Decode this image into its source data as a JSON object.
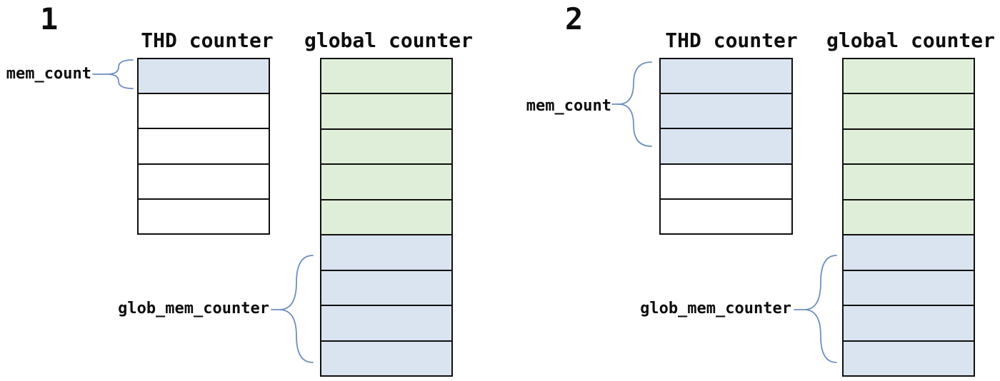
{
  "colors": {
    "bg": "#ffffff",
    "text": "#0d0d0d",
    "border": "#101010",
    "cell_blue": "#dae3f0",
    "cell_green": "#dfeed8",
    "cell_white": "#ffffff",
    "brace": "#6f8fc1"
  },
  "diagram_1": {
    "number": "1",
    "thd": {
      "title": "THD counter",
      "cells": [
        "blue",
        "white",
        "white",
        "white",
        "white"
      ]
    },
    "global": {
      "title": "global counter",
      "cells": [
        "green",
        "green",
        "green",
        "green",
        "green",
        "blue",
        "blue",
        "blue",
        "blue"
      ]
    },
    "mem_count_label": "mem_count",
    "glob_mem_counter_label": "glob_mem_counter"
  },
  "diagram_2": {
    "number": "2",
    "thd": {
      "title": "THD counter",
      "cells": [
        "blue",
        "blue",
        "blue",
        "white",
        "white"
      ]
    },
    "global": {
      "title": "global counter",
      "cells": [
        "green",
        "green",
        "green",
        "green",
        "green",
        "blue",
        "blue",
        "blue",
        "blue"
      ]
    },
    "mem_count_label": "mem_count",
    "glob_mem_counter_label": "glob_mem_counter"
  }
}
